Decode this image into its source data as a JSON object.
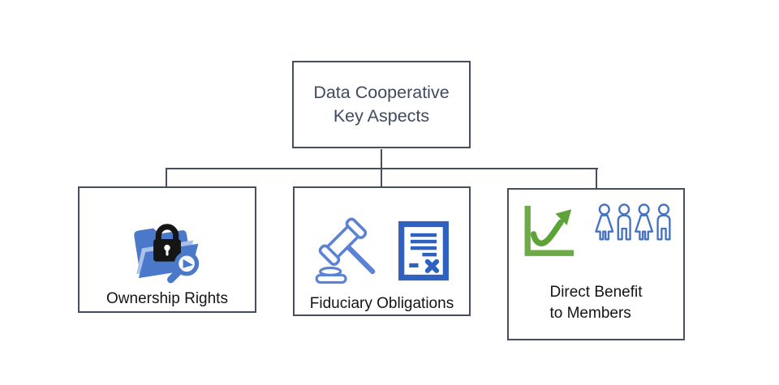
{
  "diagram": {
    "root": {
      "line1": "Data Cooperative",
      "line2": "Key Aspects"
    },
    "children": [
      {
        "label": "Ownership Rights",
        "icons": [
          "folder-lock-search-icon"
        ]
      },
      {
        "label": "Fiduciary Obligations",
        "icons": [
          "gavel-icon",
          "contract-x-document-icon"
        ]
      },
      {
        "line1": "Direct Benefit",
        "line2": "to Members",
        "icons": [
          "growth-chart-arrow-icon",
          "member-group-icon"
        ]
      }
    ],
    "colors": {
      "box_border": "#474e5e",
      "connector": "#474e5e",
      "title_text": "#3f4a61",
      "label_text": "#141414",
      "icon_blue": "#4472c4",
      "gavel_blue": "#5b82d4",
      "folder_blue": "#4b79c9",
      "folder_light": "#aac2e9",
      "document_blue": "#2f61c1",
      "chart_green": "#5da337",
      "axis_green": "#6caa45",
      "lock_black": "#151515"
    }
  }
}
